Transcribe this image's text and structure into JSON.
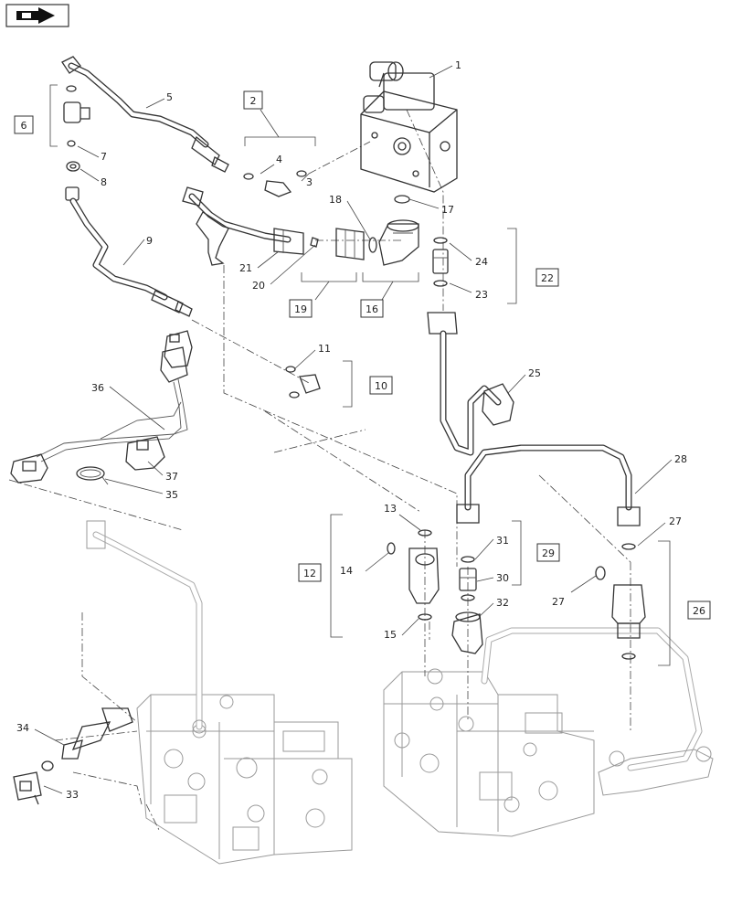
{
  "icon": "next-page-arrow-icon",
  "callouts": [
    {
      "id": "c1",
      "text": "1"
    },
    {
      "id": "c3",
      "text": "3"
    },
    {
      "id": "c4",
      "text": "4"
    },
    {
      "id": "c5",
      "text": "5"
    },
    {
      "id": "c7",
      "text": "7"
    },
    {
      "id": "c8",
      "text": "8"
    },
    {
      "id": "c9",
      "text": "9"
    },
    {
      "id": "c11",
      "text": "11"
    },
    {
      "id": "c13",
      "text": "13"
    },
    {
      "id": "c14",
      "text": "14"
    },
    {
      "id": "c15",
      "text": "15"
    },
    {
      "id": "c17",
      "text": "17"
    },
    {
      "id": "c18",
      "text": "18"
    },
    {
      "id": "c20",
      "text": "20"
    },
    {
      "id": "c21",
      "text": "21"
    },
    {
      "id": "c23",
      "text": "23"
    },
    {
      "id": "c24",
      "text": "24"
    },
    {
      "id": "c25",
      "text": "25"
    },
    {
      "id": "c27a",
      "text": "27"
    },
    {
      "id": "c27b",
      "text": "27"
    },
    {
      "id": "c28",
      "text": "28"
    },
    {
      "id": "c30",
      "text": "30"
    },
    {
      "id": "c31",
      "text": "31"
    },
    {
      "id": "c32",
      "text": "32"
    },
    {
      "id": "c33",
      "text": "33"
    },
    {
      "id": "c34",
      "text": "34"
    },
    {
      "id": "c35",
      "text": "35"
    },
    {
      "id": "c36",
      "text": "36"
    },
    {
      "id": "c37",
      "text": "37"
    }
  ],
  "boxed_callouts": [
    {
      "id": "b2",
      "text": "2"
    },
    {
      "id": "b6",
      "text": "6"
    },
    {
      "id": "b10",
      "text": "10"
    },
    {
      "id": "b12",
      "text": "12"
    },
    {
      "id": "b16",
      "text": "16"
    },
    {
      "id": "b19",
      "text": "19"
    },
    {
      "id": "b22",
      "text": "22"
    },
    {
      "id": "b26",
      "text": "26"
    },
    {
      "id": "b29",
      "text": "29"
    }
  ]
}
